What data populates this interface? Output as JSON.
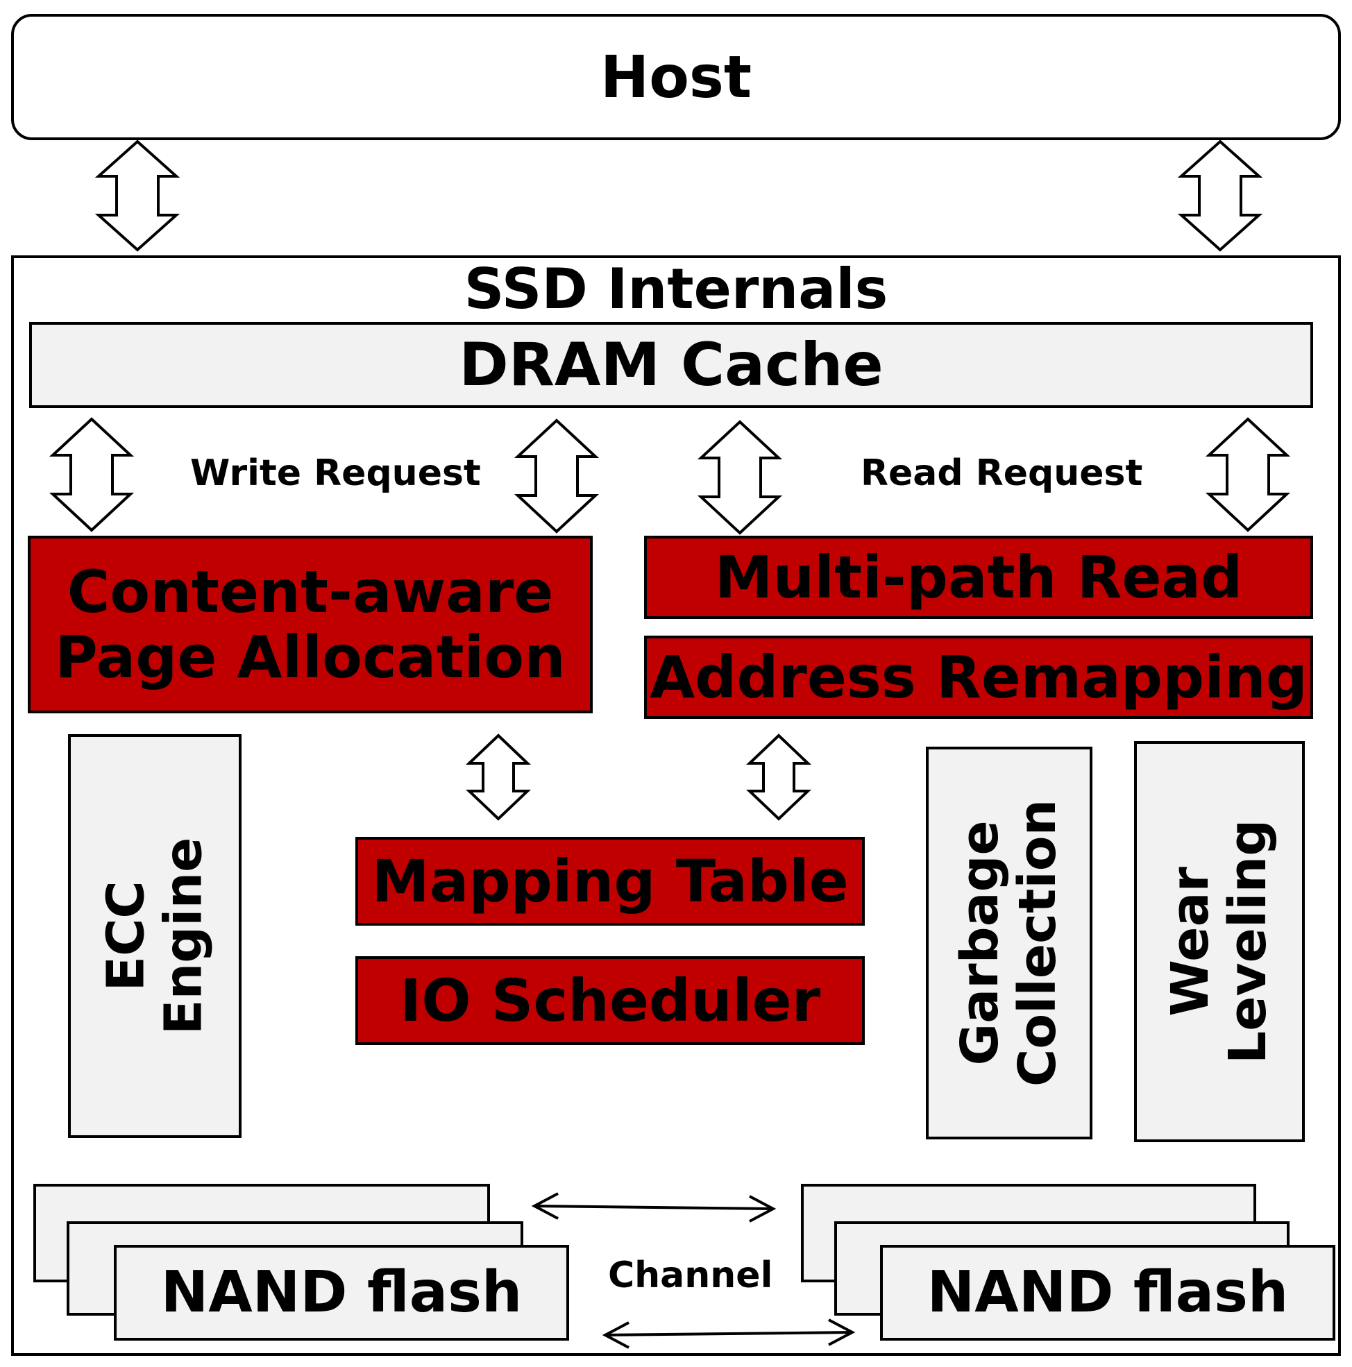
{
  "host": {
    "label": "Host"
  },
  "ssd": {
    "title": "SSD Internals"
  },
  "dram": {
    "label": "DRAM Cache"
  },
  "labels": {
    "write_request": "Write Request",
    "read_request": "Read Request",
    "channel": "Channel"
  },
  "blocks": {
    "content_aware_line1": "Content-aware",
    "content_aware_line2": "Page Allocation",
    "multipath_read": "Multi-path Read",
    "address_remapping": "Address Remapping",
    "mapping_table": "Mapping Table",
    "io_scheduler": "IO Scheduler",
    "ecc_line1": "ECC",
    "ecc_line2": "Engine",
    "gc_line1": "Garbage",
    "gc_line2": "Collection",
    "wl_line1": "Wear",
    "wl_line2": "Leveling"
  },
  "nand": {
    "left": "NAND flash",
    "right": "NAND flash"
  },
  "colors": {
    "accent_red": "#c00000",
    "block_gray": "#f2f2f2"
  }
}
